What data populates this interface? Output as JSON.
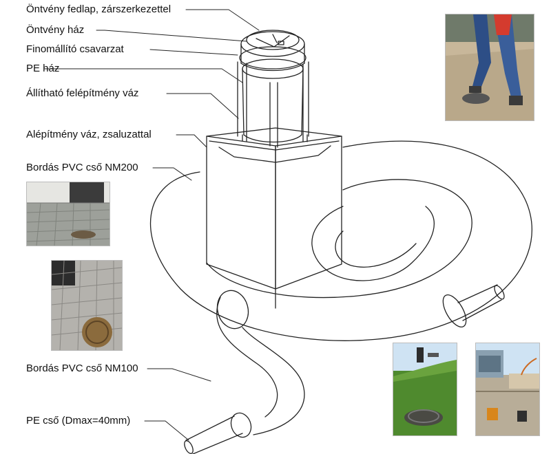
{
  "labels": {
    "cover": "Öntvény fedlap, zárszerkezettel",
    "cast_housing": "Öntvény ház",
    "fine_adjust": "Finomállító csavarzat",
    "pe_housing": "PE ház",
    "adjustable_frame": "Állítható felépítmény váz",
    "base_frame": "Alépítmény váz, zsaluzattal",
    "pipe_nm200": "Bordás PVC cső NM200",
    "pipe_nm100": "Bordás PVC cső NM100",
    "pe_pipe": "PE cső (Dmax=40mm)"
  },
  "colors": {
    "line": "#222222",
    "grass": "#4f8a2e",
    "sky": "#cfe3f3",
    "paving": "#a7a9a4",
    "soil": "#c8b79a",
    "cover_bronze": "#8b6b3d"
  }
}
